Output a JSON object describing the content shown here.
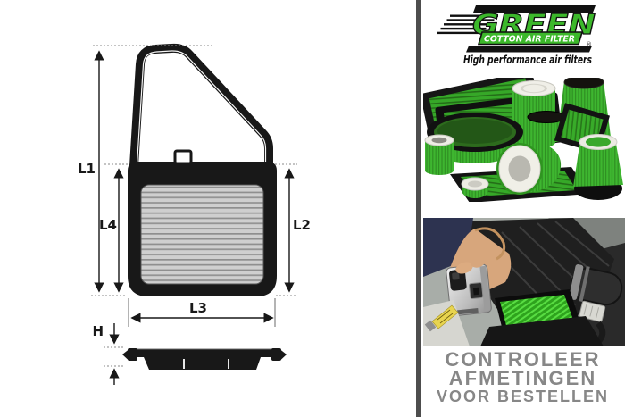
{
  "diagram": {
    "labels": {
      "l1": "L1",
      "l2": "L2",
      "l3": "L3",
      "l4": "L4",
      "h": "H"
    }
  },
  "brand": {
    "name": "GREEN",
    "banner": "COTTON AIR FILTER",
    "registered": "®",
    "subtitle": "High performance air filters",
    "green": "#3cb82b",
    "ink": "#111111"
  },
  "warning": {
    "line1": "CONTROLEER",
    "line2": "AFMETINGEN",
    "line3": "VOOR BESTELLEN",
    "color": "#878787"
  },
  "colors": {
    "divider": "#4d4d4d",
    "diagram_ink": "#181818",
    "pleat_light": "#cfcfcf",
    "pleat_dark": "#8f8f8f",
    "filter_green": "#3eb630",
    "filter_green_dark": "#2f8f22"
  }
}
